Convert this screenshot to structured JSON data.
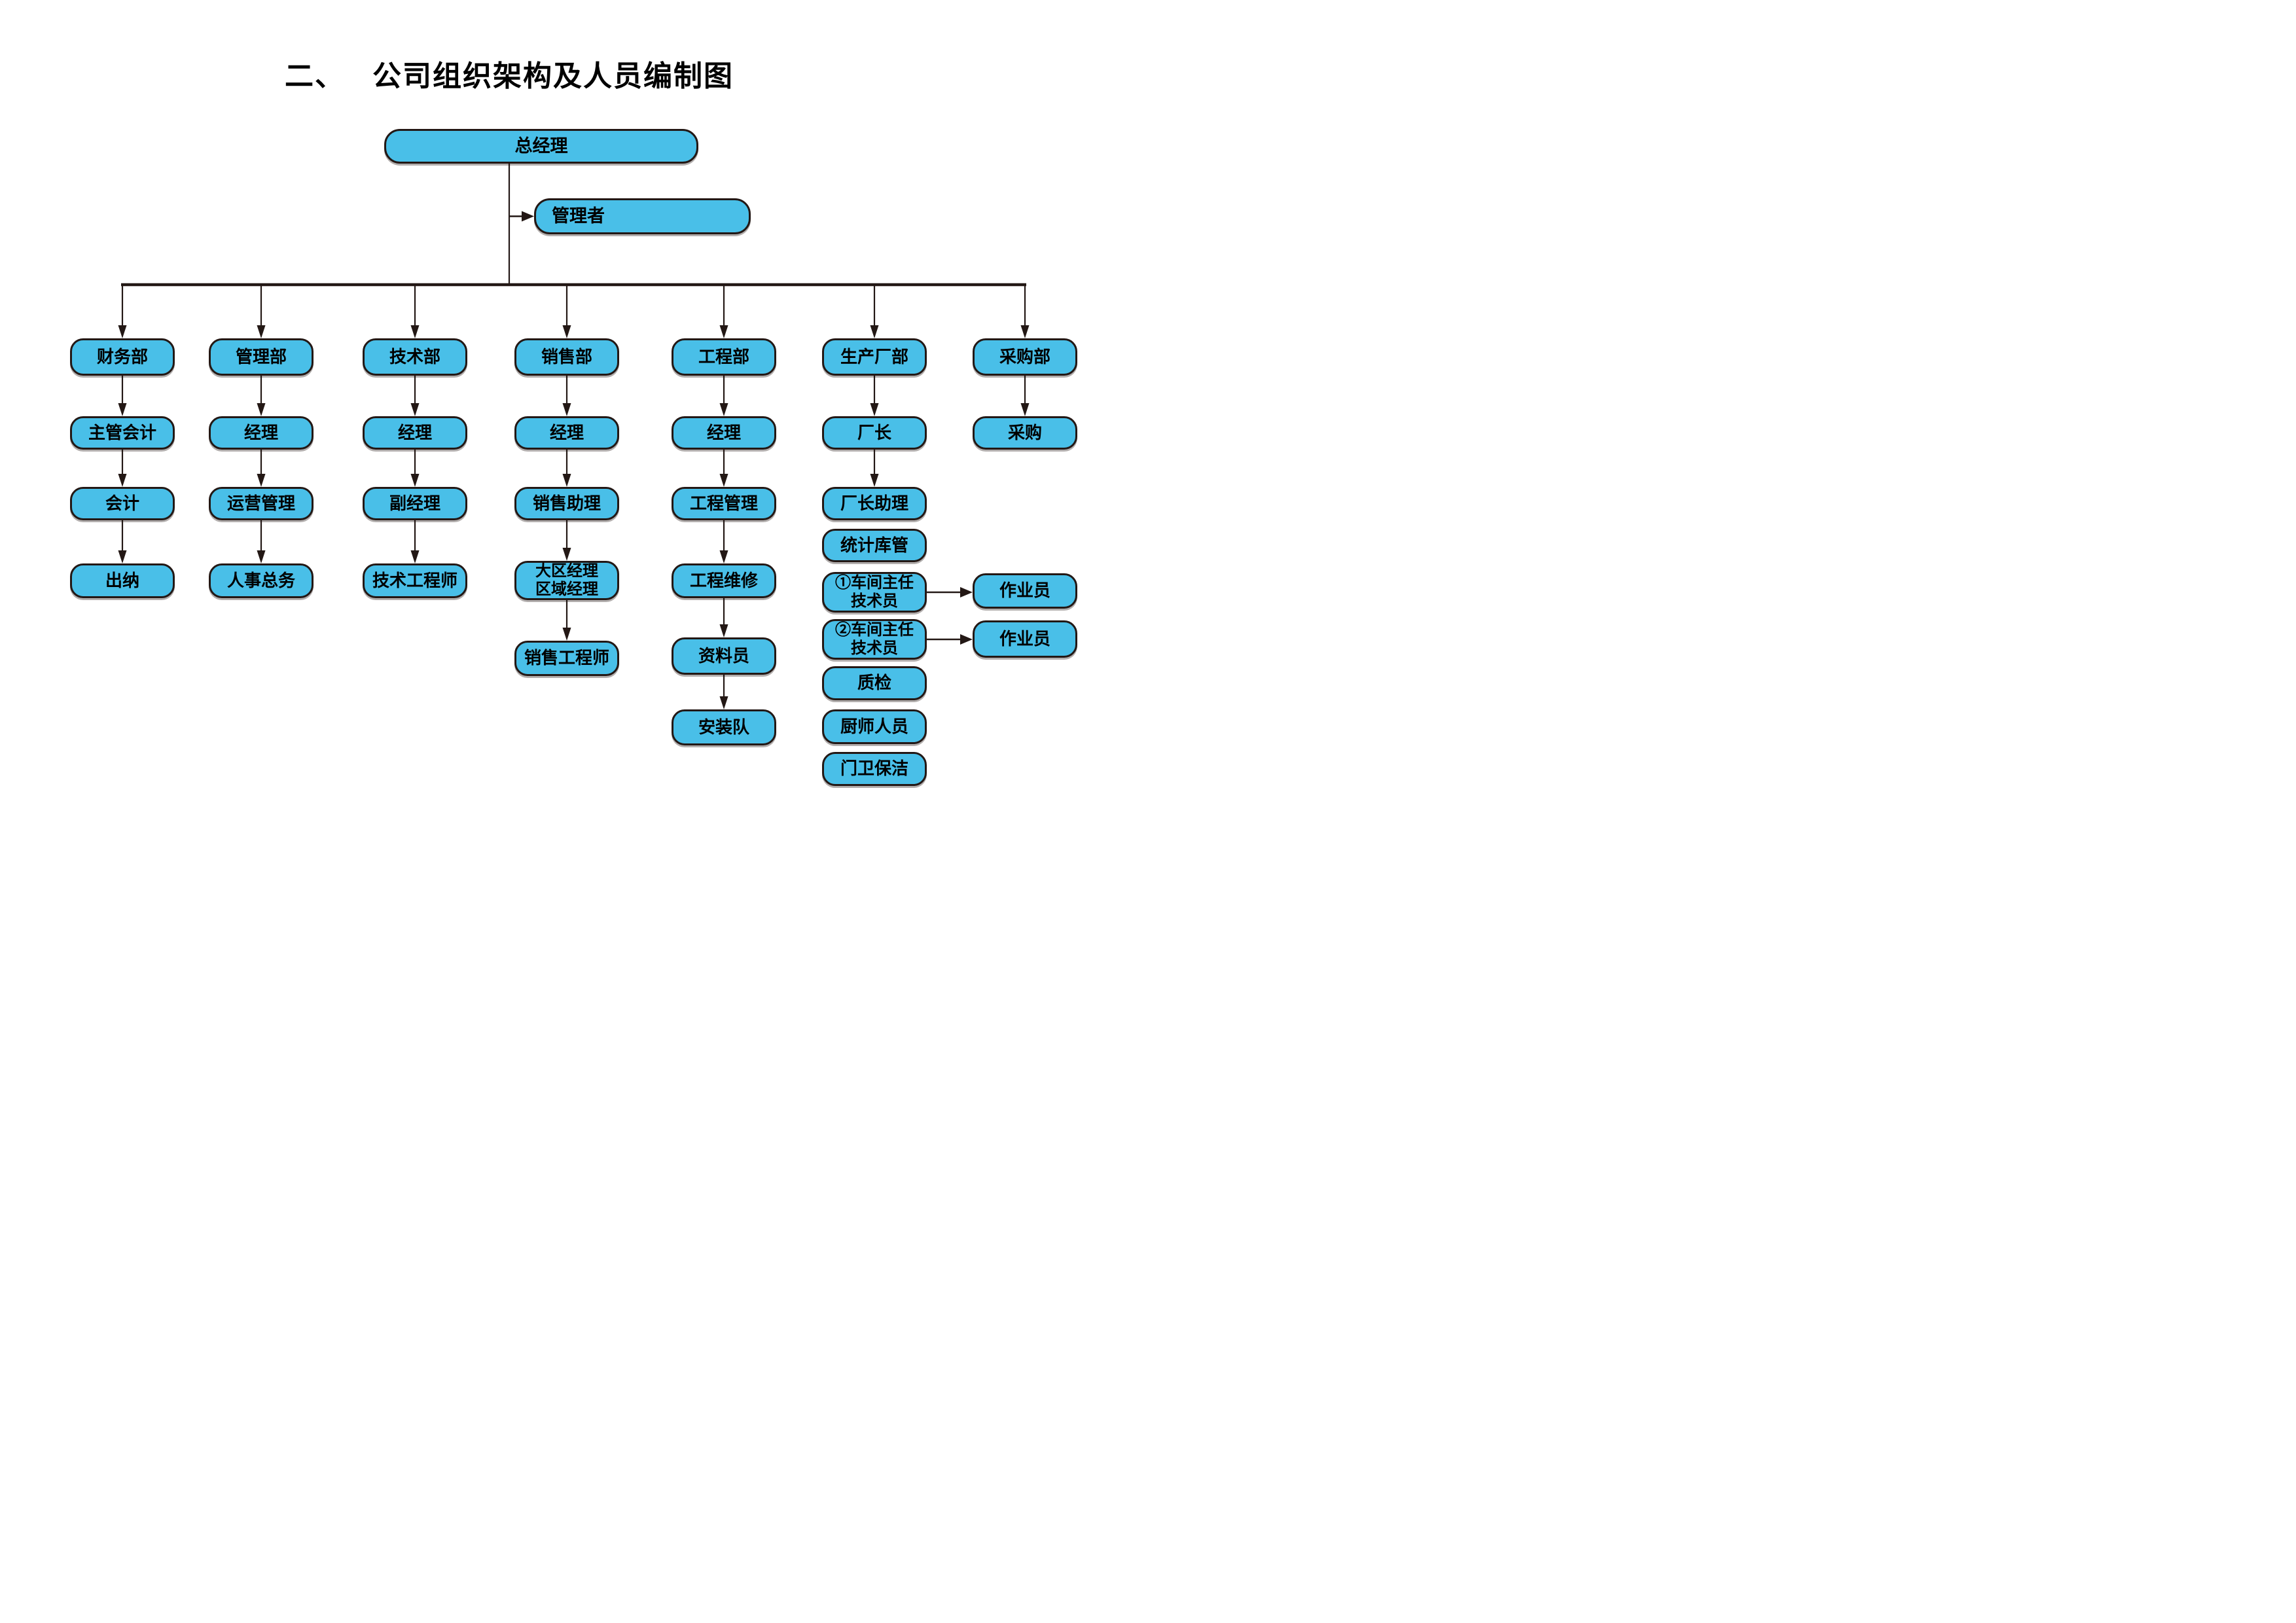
{
  "title": {
    "numbering": "二、",
    "text": "公司组织架构及人员编制图"
  },
  "colors": {
    "node_fill": "#49bfe8",
    "node_border": "#231815",
    "connector": "#231815",
    "text": "#000000",
    "background": "#ffffff"
  },
  "chart_type": "organization-chart",
  "nodes": [
    {
      "id": "general-manager",
      "label": "总经理"
    },
    {
      "id": "manager",
      "label": "管理者"
    },
    {
      "id": "finance-dept",
      "label": "财务部"
    },
    {
      "id": "chief-accountant",
      "label": "主管会计"
    },
    {
      "id": "accountant",
      "label": "会计"
    },
    {
      "id": "cashier",
      "label": "出纳"
    },
    {
      "id": "management-dept",
      "label": "管理部"
    },
    {
      "id": "management-manager",
      "label": "经理"
    },
    {
      "id": "operations-management",
      "label": "运营管理"
    },
    {
      "id": "hr-general-affairs",
      "label": "人事总务"
    },
    {
      "id": "technology-dept",
      "label": "技术部"
    },
    {
      "id": "technology-manager",
      "label": "经理"
    },
    {
      "id": "deputy-manager",
      "label": "副经理"
    },
    {
      "id": "technical-engineer",
      "label": "技术工程师"
    },
    {
      "id": "sales-dept",
      "label": "销售部"
    },
    {
      "id": "sales-manager",
      "label": "经理"
    },
    {
      "id": "sales-assistant",
      "label": "销售助理"
    },
    {
      "id": "regional-manager",
      "lines": [
        "大区经理",
        "区域经理"
      ]
    },
    {
      "id": "sales-engineer",
      "label": "销售工程师"
    },
    {
      "id": "engineering-dept",
      "label": "工程部"
    },
    {
      "id": "engineering-manager",
      "label": "经理"
    },
    {
      "id": "engineering-management",
      "label": "工程管理"
    },
    {
      "id": "engineering-maintenance",
      "label": "工程维修"
    },
    {
      "id": "document-clerk",
      "label": "资料员"
    },
    {
      "id": "installation-team",
      "label": "安装队"
    },
    {
      "id": "production-dept",
      "label": "生产厂部"
    },
    {
      "id": "factory-director",
      "label": "厂长"
    },
    {
      "id": "factory-director-assistant",
      "label": "厂长助理"
    },
    {
      "id": "statistics-warehouse-keeper",
      "label": "统计库管"
    },
    {
      "id": "workshop-director-1",
      "lines": [
        "①车间主任",
        "技术员"
      ]
    },
    {
      "id": "workshop-director-2",
      "lines": [
        "②车间主任",
        "技术员"
      ]
    },
    {
      "id": "quality-inspection",
      "label": "质检"
    },
    {
      "id": "chef-staff",
      "label": "厨师人员"
    },
    {
      "id": "gate-guard-cleaning",
      "label": "门卫保洁"
    },
    {
      "id": "purchasing-dept",
      "label": "采购部"
    },
    {
      "id": "purchasing",
      "label": "采购"
    },
    {
      "id": "operator-1",
      "label": "作业员"
    },
    {
      "id": "operator-2",
      "label": "作业员"
    }
  ],
  "edges": [
    {
      "from": "general-manager",
      "to": "manager",
      "kind": "branch-right"
    },
    {
      "from": "general-manager",
      "to": [
        "finance-dept",
        "management-dept",
        "technology-dept",
        "sales-dept",
        "engineering-dept",
        "production-dept",
        "purchasing-dept"
      ],
      "kind": "bus"
    },
    {
      "from": "finance-dept",
      "to": "chief-accountant",
      "kind": "down"
    },
    {
      "from": "chief-accountant",
      "to": "accountant",
      "kind": "down"
    },
    {
      "from": "accountant",
      "to": "cashier",
      "kind": "down"
    },
    {
      "from": "management-dept",
      "to": "management-manager",
      "kind": "down"
    },
    {
      "from": "management-manager",
      "to": "operations-management",
      "kind": "down"
    },
    {
      "from": "operations-management",
      "to": "hr-general-affairs",
      "kind": "down"
    },
    {
      "from": "technology-dept",
      "to": "technology-manager",
      "kind": "down"
    },
    {
      "from": "technology-manager",
      "to": "deputy-manager",
      "kind": "down"
    },
    {
      "from": "deputy-manager",
      "to": "technical-engineer",
      "kind": "down"
    },
    {
      "from": "sales-dept",
      "to": "sales-manager",
      "kind": "down"
    },
    {
      "from": "sales-manager",
      "to": "sales-assistant",
      "kind": "down"
    },
    {
      "from": "sales-assistant",
      "to": "regional-manager",
      "kind": "down"
    },
    {
      "from": "regional-manager",
      "to": "sales-engineer",
      "kind": "down"
    },
    {
      "from": "engineering-dept",
      "to": "engineering-manager",
      "kind": "down"
    },
    {
      "from": "engineering-manager",
      "to": "engineering-management",
      "kind": "down"
    },
    {
      "from": "engineering-management",
      "to": "engineering-maintenance",
      "kind": "down"
    },
    {
      "from": "engineering-maintenance",
      "to": "document-clerk",
      "kind": "down"
    },
    {
      "from": "document-clerk",
      "to": "installation-team",
      "kind": "down"
    },
    {
      "from": "production-dept",
      "to": "factory-director",
      "kind": "down"
    },
    {
      "from": "factory-director",
      "to": "factory-director-assistant",
      "kind": "down"
    },
    {
      "from": "purchasing-dept",
      "to": "purchasing",
      "kind": "down"
    },
    {
      "from": "workshop-director-1",
      "to": "operator-1",
      "kind": "right"
    },
    {
      "from": "workshop-director-2",
      "to": "operator-2",
      "kind": "right"
    }
  ]
}
